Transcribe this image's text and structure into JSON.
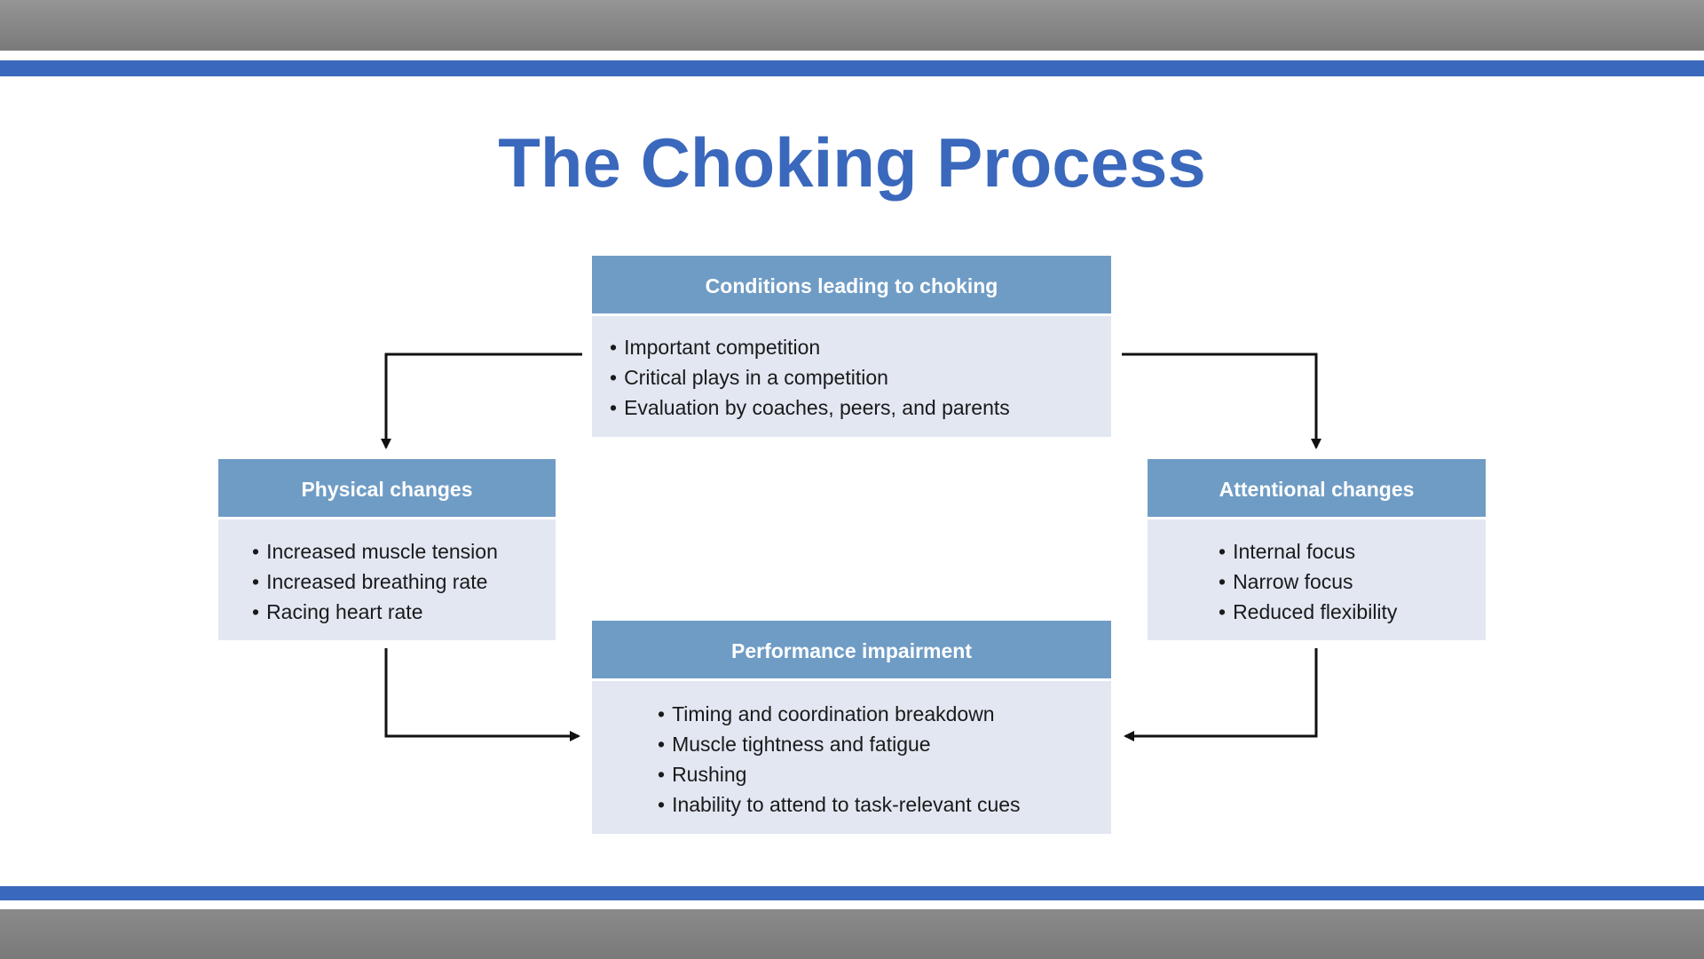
{
  "title": "The Choking Process",
  "boxes": {
    "conditions": {
      "header": "Conditions leading to choking",
      "items": [
        "Important competition",
        "Critical plays in a competition",
        "Evaluation by coaches, peers, and parents"
      ]
    },
    "physical": {
      "header": "Physical changes",
      "items": [
        "Increased muscle tension",
        "Increased breathing rate",
        "Racing heart rate"
      ]
    },
    "attentional": {
      "header": "Attentional changes",
      "items": [
        "Internal focus",
        "Narrow focus",
        "Reduced flexibility"
      ]
    },
    "performance": {
      "header": "Performance impairment",
      "items": [
        "Timing and coordination breakdown",
        "Muscle tightness and fatigue",
        "Rushing",
        "Inability to attend to task-relevant cues"
      ]
    }
  },
  "colors": {
    "accent": "#3a68bc",
    "header_fill": "#6f9cc5",
    "body_fill": "#e2e7f2",
    "frame_gray": "#808080"
  }
}
